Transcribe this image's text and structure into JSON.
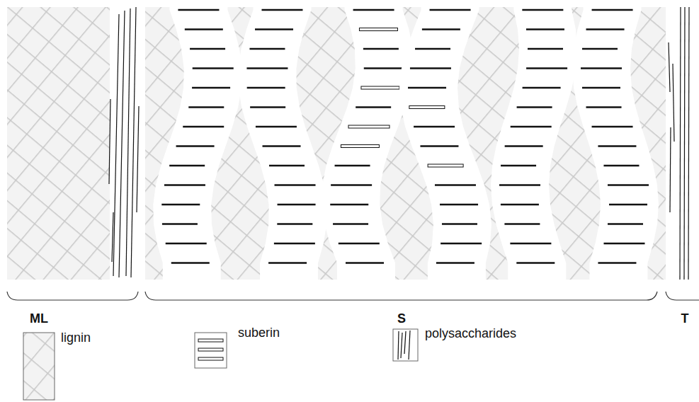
{
  "diagram": {
    "labels": [
      "ML",
      "S",
      "T"
    ],
    "legend": [
      {
        "text": "lignin"
      },
      {
        "text": "suberin"
      },
      {
        "text": "polysaccharides"
      }
    ]
  }
}
